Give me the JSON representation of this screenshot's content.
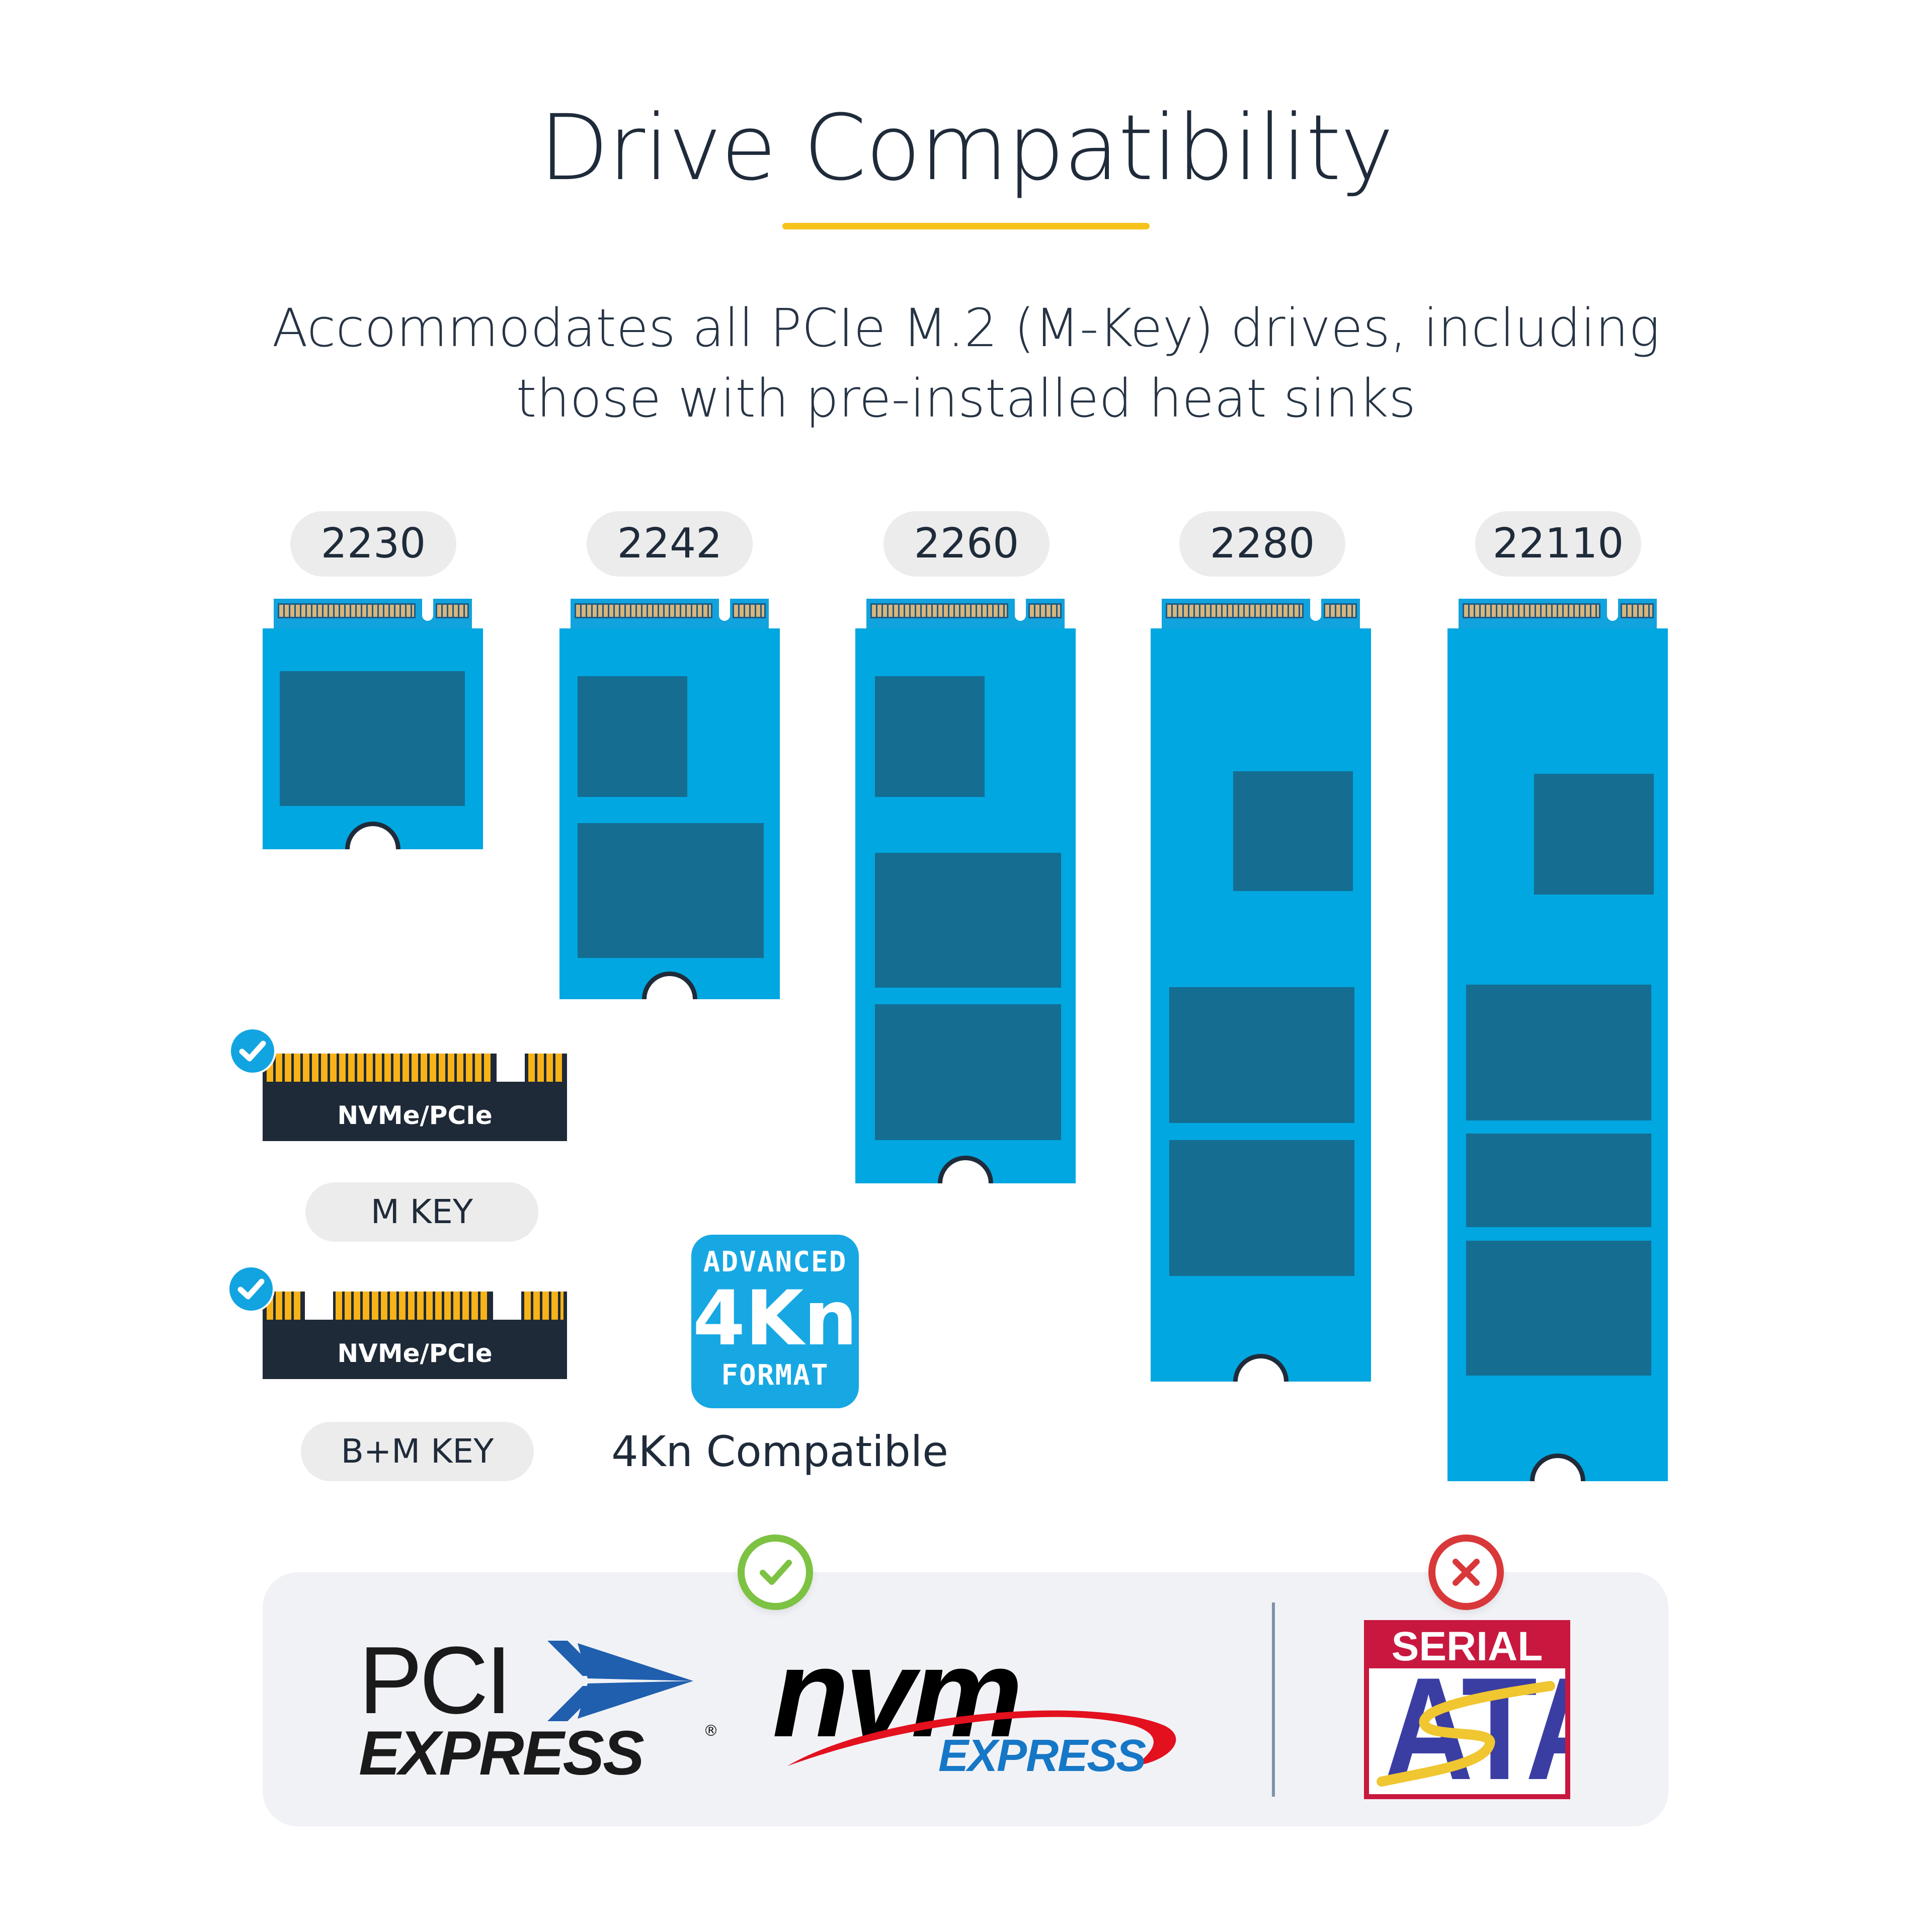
{
  "header": {
    "title": "Drive Compatibility",
    "subtitle_line1": "Accommodates all PCIe M.2 (M-Key) drives, including",
    "subtitle_line2": "those with pre-installed heat sinks"
  },
  "colors": {
    "accent_underline": "#f6c21c",
    "drive_blue": "#00a7e0",
    "chip_blue": "#156d92",
    "key_dark": "#1f2a38",
    "pin_gold": "#f7b318",
    "check_green": "#7dc242",
    "cross_red": "#d9383a",
    "panel_bg": "#f1f2f6"
  },
  "drive_sizes": [
    {
      "label": "2230",
      "icon": "m2-2230-drive-icon"
    },
    {
      "label": "2242",
      "icon": "m2-2242-drive-icon"
    },
    {
      "label": "2260",
      "icon": "m2-2260-drive-icon"
    },
    {
      "label": "2280",
      "icon": "m2-2280-drive-icon"
    },
    {
      "label": "22110",
      "icon": "m2-22110-drive-icon"
    }
  ],
  "keys": [
    {
      "connector_label": "NVMe/PCIe",
      "key_label": "M KEY",
      "status_icon": "check-icon"
    },
    {
      "connector_label": "NVMe/PCIe",
      "key_label": "B+M KEY",
      "status_icon": "check-icon"
    }
  ],
  "badge_4kn": {
    "line1": "ADVANCED",
    "line2": "4Kn",
    "line3": "FORMAT",
    "caption": "4Kn Compatible"
  },
  "protocols": {
    "supported_icon": "check-circle-icon",
    "unsupported_icon": "x-circle-icon",
    "pcie_logo": {
      "line1": "PCI",
      "line2": "EXPRESS",
      "mark": "®"
    },
    "nvme_logo": {
      "line1": "nvm",
      "line2": "EXPRESS"
    },
    "sata_logo": {
      "line1": "SERIAL",
      "line2": "ATA"
    }
  }
}
